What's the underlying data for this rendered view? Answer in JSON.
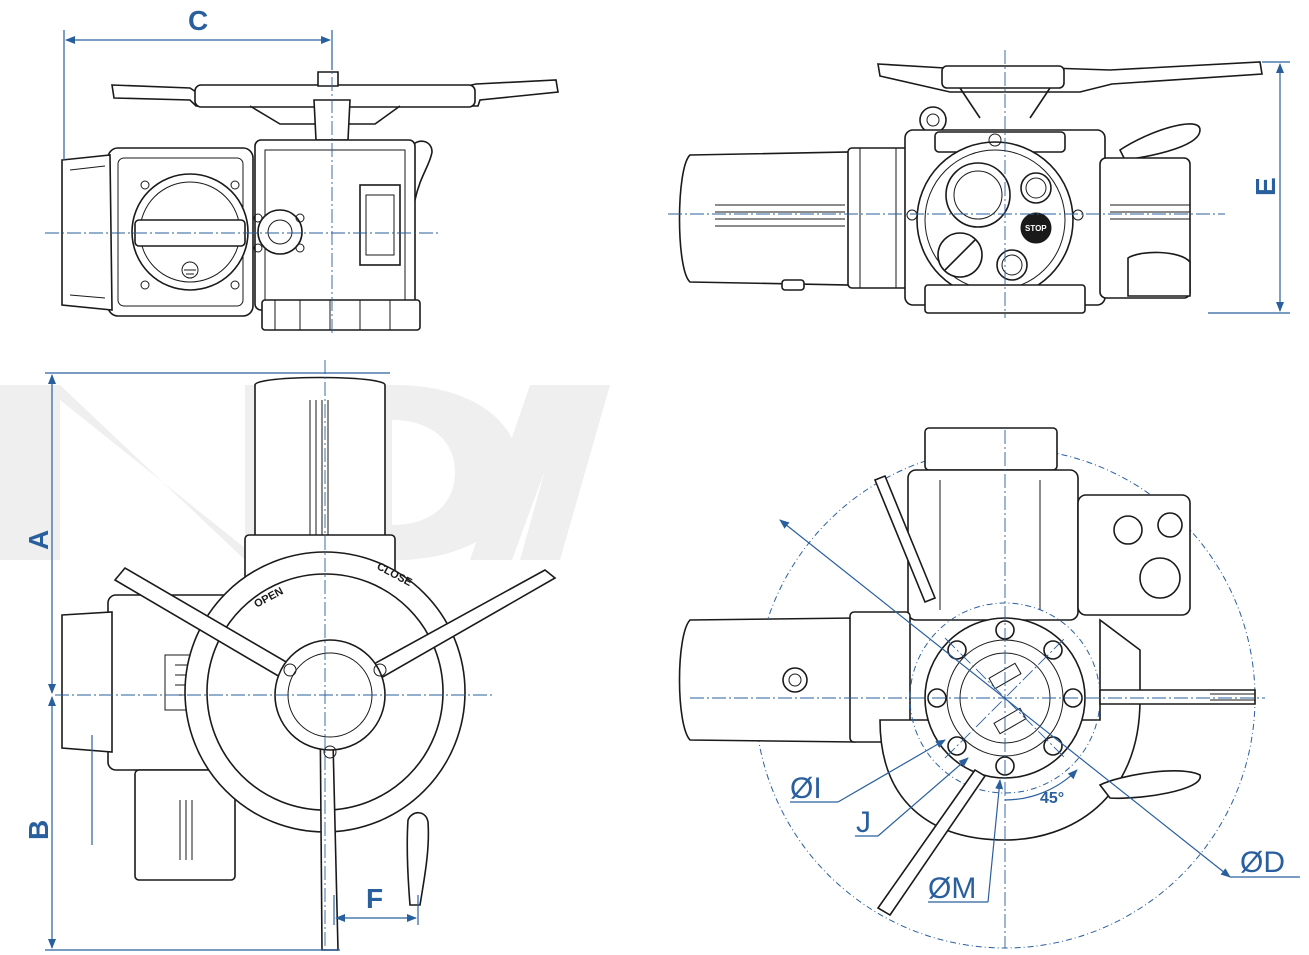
{
  "labels": {
    "c": "C",
    "e": "E",
    "a": "A",
    "b": "B",
    "f": "F",
    "oi": "ØI",
    "j": "J",
    "om": "ØM",
    "od": "ØD",
    "angle": "45°"
  },
  "handwheel": {
    "open": "OPEN",
    "close": "CLOSE"
  },
  "buttons": {
    "stop": "STOP"
  },
  "colors": {
    "dimension": "#2a5f9e",
    "ink": "#1a1a1a",
    "watermark": "#efefef"
  }
}
